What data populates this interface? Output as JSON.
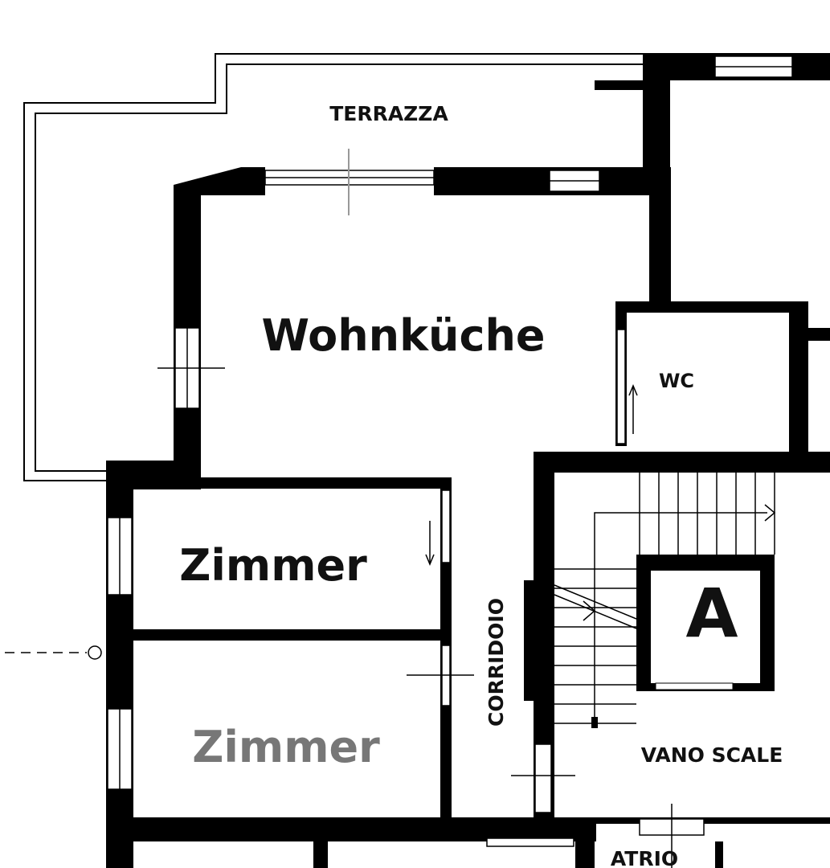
{
  "plan": {
    "rooms": {
      "terrazza": "TERRAZZA",
      "wohnkueche": "Wohnküche",
      "wc": "WC",
      "zimmer1": "Zimmer",
      "zimmer2": "Zimmer",
      "corridoio": "CORRIDOIO",
      "vano_scale": "VANO SCALE",
      "atrio": "ATRIO",
      "elevator": "A"
    },
    "colors": {
      "wall": "#000000",
      "background": "#ffffff",
      "label": "#111111",
      "faded_label": "#777777"
    }
  }
}
